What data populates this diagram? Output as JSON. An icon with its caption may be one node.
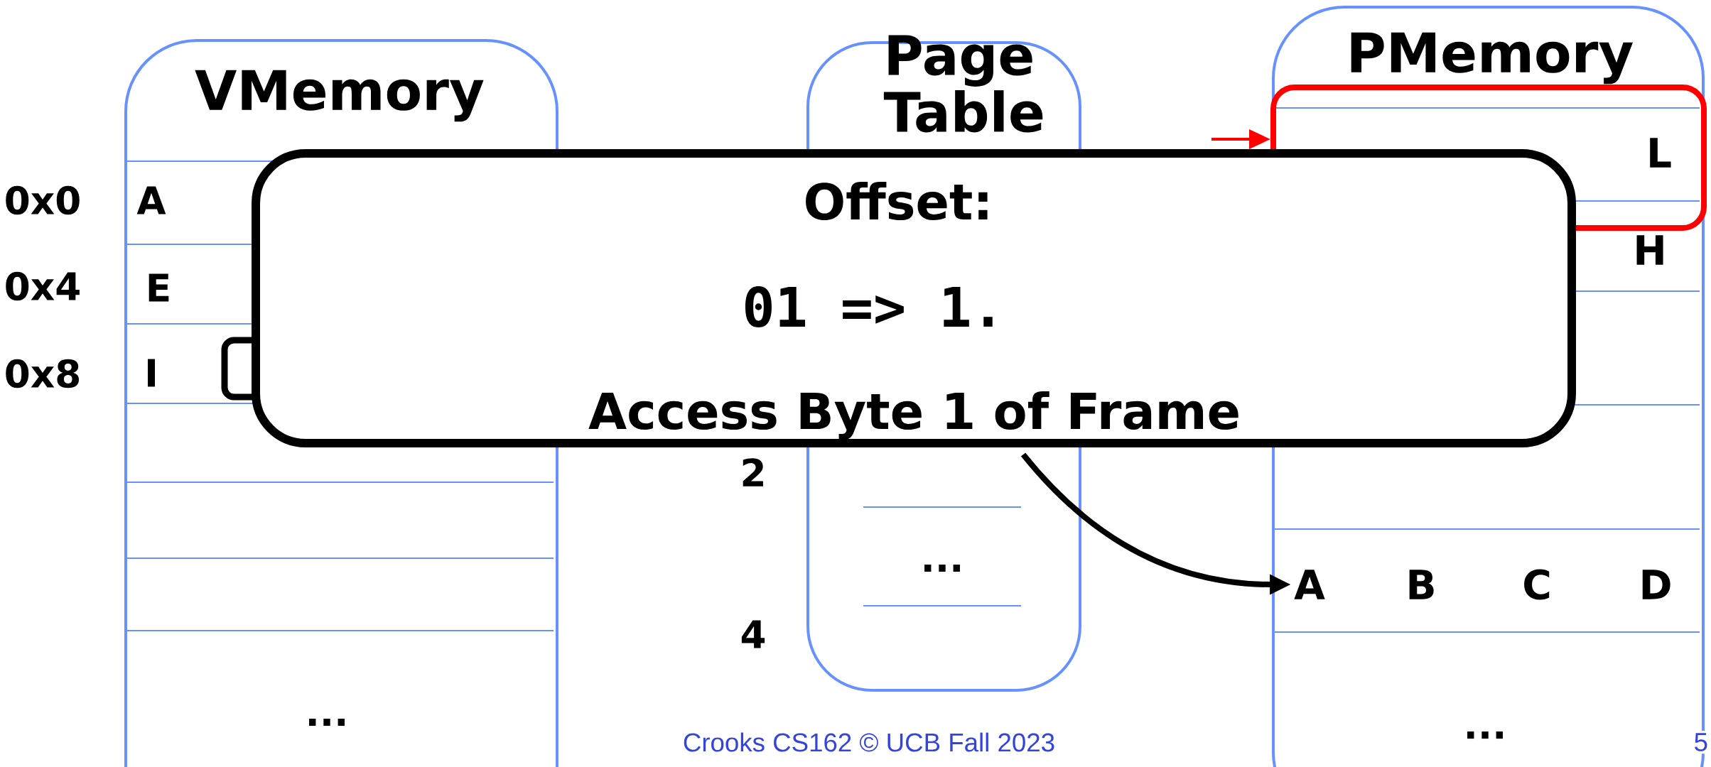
{
  "diagram": {
    "nodes": [
      {
        "text": [
          "VMemory"
        ]
      },
      {
        "text": [
          "Page Table"
        ]
      },
      {
        "text": [
          "PMemory"
        ]
      },
      {
        "text": [],
        "shape": "box",
        "in": 2
      },
      {
        "text": [
          "A"
        ],
        "in": 2
      },
      {
        "text": [],
        "shape": "box",
        "in": 0
      }
    ],
    "edges": [
      {
        "from": 1,
        "to": 4,
        "arrow": "to",
        "style": "thick"
      },
      {
        "from": null,
        "to": 3,
        "arrow": "to",
        "color": "#ff0000"
      }
    ],
    "labels": [
      "0x0",
      "A",
      "0x4",
      "E",
      "0x8",
      "I",
      "Offset:",
      "01 => 1.",
      "Access Byte 1 of Frame",
      "L",
      "H",
      "2",
      "...",
      "4",
      "...",
      "B",
      "C",
      "D",
      "...",
      "Crooks CS162 © UCB Fall 2023",
      "5"
    ]
  }
}
